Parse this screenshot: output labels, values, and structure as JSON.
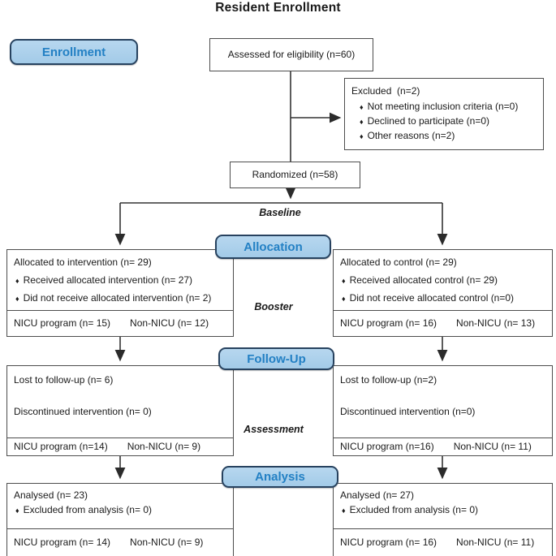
{
  "title": "Resident Enrollment",
  "colors": {
    "badge_fill": "#A8CEE9",
    "badge_border": "#27425F",
    "badge_text": "#2380C4",
    "box_border": "#4D4D4D",
    "line": "#333333"
  },
  "icons": {
    "diamond_bullet": "♦"
  },
  "badges": {
    "enrollment": "Enrollment",
    "allocation": "Allocation",
    "followup": "Follow-Up",
    "analysis": "Analysis"
  },
  "stage_labels": {
    "baseline": "Baseline",
    "booster": "Booster",
    "assessment": "Assessment"
  },
  "boxes": {
    "assessed": {
      "text": "Assessed for eligibility (n=60)"
    },
    "excluded": {
      "title": "Excluded  (n=2)",
      "bullets": [
        "Not meeting inclusion criteria (n=0)",
        "Declined to participate (n=0)",
        "Other reasons (n=2)"
      ]
    },
    "randomized": {
      "text": "Randomized (n=58)"
    },
    "alloc_left": {
      "title": "Allocated to intervention (n= 29)",
      "bullets": [
        "Received allocated intervention (n= 27)",
        "Did not receive allocated intervention (n= 2)"
      ],
      "nicu": "NICU program (n= 15)",
      "non_nicu": "Non-NICU (n= 12)"
    },
    "alloc_right": {
      "title": "Allocated to control (n= 29)",
      "bullets": [
        "Received allocated control (n= 29)",
        "Did not receive allocated control (n=0)"
      ],
      "nicu": "NICU program (n= 16)",
      "non_nicu": "Non-NICU (n= 13)"
    },
    "follow_left": {
      "lines": [
        "Lost to follow-up (n= 6)",
        "Discontinued intervention (n= 0)"
      ],
      "nicu": "NICU program (n=14)",
      "non_nicu": "Non-NICU (n= 9)"
    },
    "follow_right": {
      "lines": [
        "Lost to follow-up (n=2)",
        "Discontinued intervention (n=0)"
      ],
      "nicu": "NICU program (n=16)",
      "non_nicu": "Non-NICU (n= 11)"
    },
    "analysis_left": {
      "title": "Analysed (n= 23)",
      "bullets": [
        "Excluded from analysis (n= 0)"
      ],
      "nicu": "NICU program (n= 14)",
      "non_nicu": "Non-NICU (n= 9)"
    },
    "analysis_right": {
      "title": "Analysed (n= 27)",
      "bullets": [
        "Excluded from analysis (n= 0)"
      ],
      "nicu": "NICU program (n= 16)",
      "non_nicu": "Non-NICU (n= 11)"
    }
  }
}
